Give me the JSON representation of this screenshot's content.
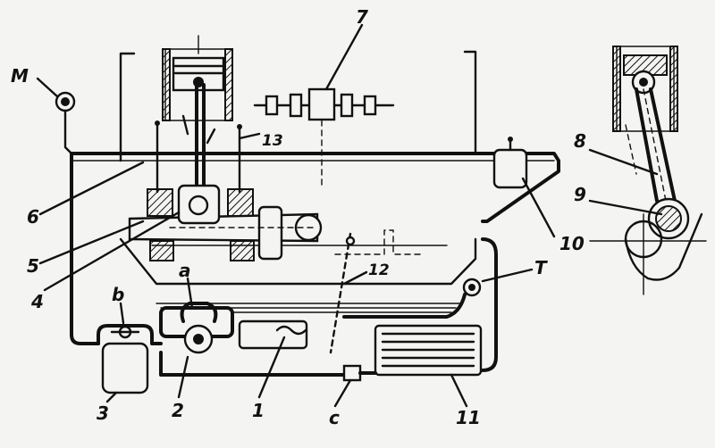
{
  "labels": {
    "M": "M",
    "n1": "1",
    "n2": "2",
    "n3": "3",
    "n4": "4",
    "n5": "5",
    "n6": "6",
    "n7": "7",
    "n8": "8",
    "n9": "9",
    "n10": "10",
    "n11": "11",
    "n12": "12",
    "n13": "13",
    "a": "a",
    "b": "b",
    "c": "c",
    "T": "T"
  }
}
